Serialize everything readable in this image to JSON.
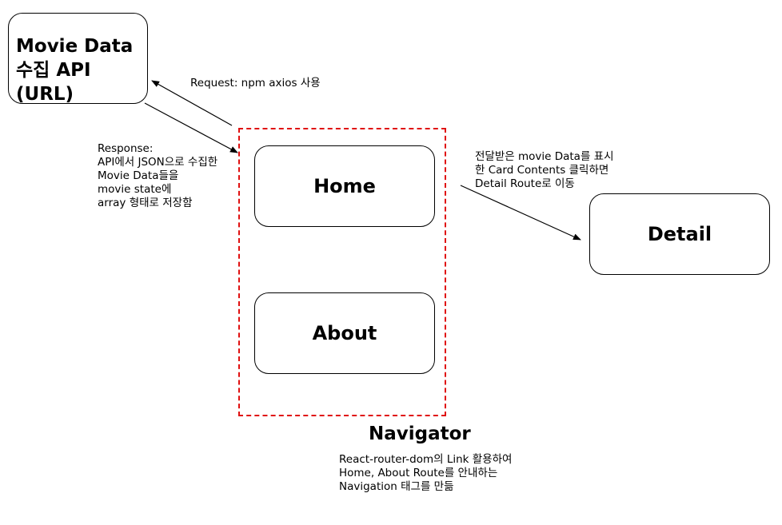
{
  "api_box": {
    "line1": "Movie Data",
    "line2": "수집 API (URL)"
  },
  "request_label": "Request: npm axios 사용",
  "response_note": [
    "Response:",
    "API에서 JSON으로 수집한",
    "Movie Data들을",
    "movie state에",
    "array 형태로 저장함"
  ],
  "navigator": {
    "label": "Navigator",
    "home": "Home",
    "about": "About",
    "note": [
      "React-router-dom의 Link 활용하여",
      "Home, About Route를 안내하는",
      "Navigation 태그를 만듦"
    ]
  },
  "detail_note": [
    "전달받은 movie Data를 표시",
    "한 Card Contents 클릭하면",
    "Detail Route로 이동"
  ],
  "detail_box": "Detail",
  "colors": {
    "navigator_border": "#e01010",
    "line": "#000000"
  }
}
